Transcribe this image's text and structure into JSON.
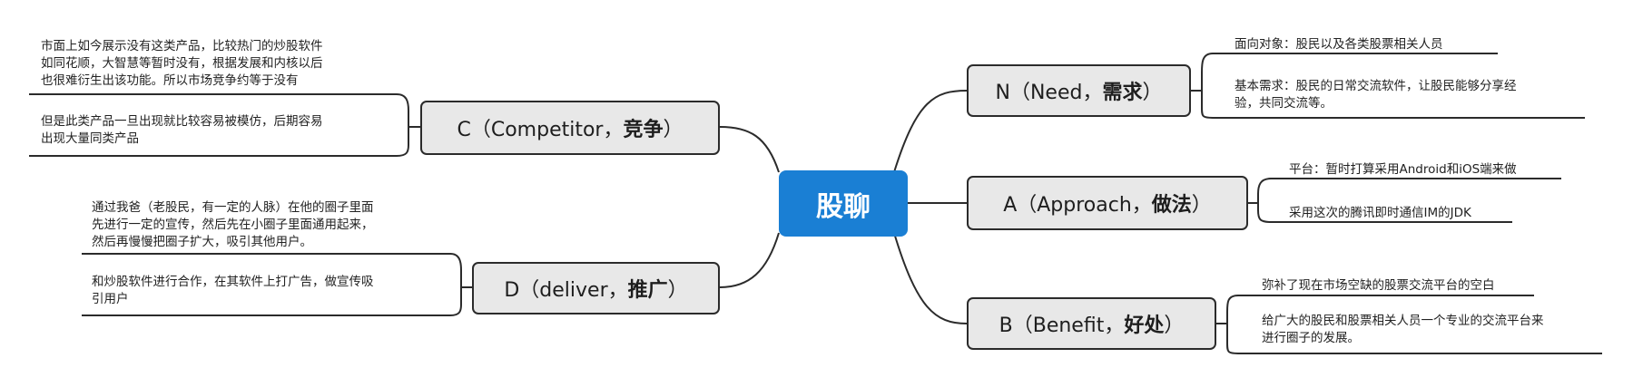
{
  "center": "股聊",
  "branches": {
    "N": {
      "label": "N（Need，",
      "label_bold": "需求",
      "label_end": "）",
      "items": [
        "面向对象：股民以及各类股票相关人员",
        "基本需求：股民的日常交流软件，让股民能够分享经\n验，共同交流等。"
      ]
    },
    "A": {
      "label": "A（Approach，",
      "label_bold": "做法",
      "label_end": "）",
      "items": [
        "平台：暂时打算采用Android和iOS端来做",
        "采用这次的腾讯即时通信IM的JDK"
      ]
    },
    "B": {
      "label": "B（Benefit，",
      "label_bold": "好处",
      "label_end": "）",
      "items": [
        "弥补了现在市场空缺的股票交流平台的空白",
        "给广大的股民和股票相关人员一个专业的交流平台来\n进行圈子的发展。"
      ]
    },
    "C": {
      "label": "C（Competitor，",
      "label_bold": "竞争",
      "label_end": "）",
      "items": [
        "市面上如今展示没有这类产品，比较热门的炒股软件\n如同花顺，大智慧等暂时没有，根据发展和内核以后\n也很难衍生出该功能。所以市场竞争约等于没有",
        "但是此类产品一旦出现就比较容易被模仿，后期容易\n出现大量同类产品"
      ]
    },
    "D": {
      "label": "D（deliver，",
      "label_bold": "推广",
      "label_end": "）",
      "items": [
        "通过我爸（老股民，有一定的人脉）在他的圈子里面\n先进行一定的宣传，然后先在小圈子里面通用起来，\n然后再慢慢把圈子扩大，吸引其他用户。",
        "和炒股软件进行合作，在其软件上打广告，做宣传吸\n引用户"
      ]
    }
  }
}
